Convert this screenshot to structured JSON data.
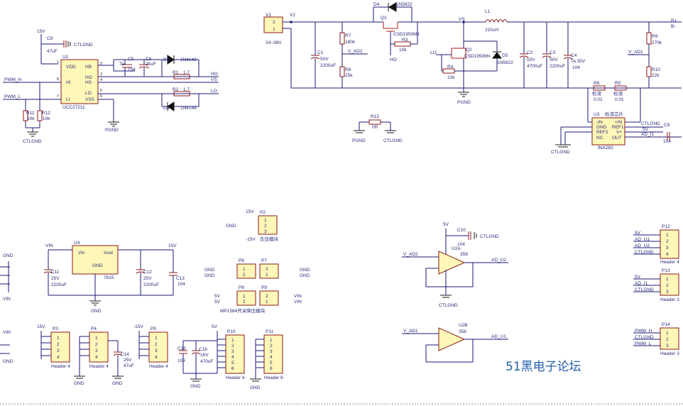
{
  "watermark": "51黑电子论坛",
  "driver": {
    "ref": "U1",
    "part": "UCC27211",
    "pins": {
      "vdd": "VDD",
      "hi": "HI",
      "li": "LI",
      "hb": "HB",
      "ho": "HO",
      "hs": "HS",
      "lo": "LO",
      "vss": "VSS"
    },
    "pin_numbers": [
      "1",
      "8",
      "7",
      "2",
      "3",
      "4",
      "5",
      "6"
    ]
  },
  "labels": {
    "v15_top": "15V",
    "ctlgnd": "CTLGND",
    "pgnd": "PGND",
    "pwm_h": "PWM_H",
    "pwm_l": "PWM_L",
    "ho": "HO",
    "vs": "VS",
    "lo": "LO",
    "v2": "V2",
    "v_in_range": "24~38V",
    "v_ad2": "V_AD2",
    "v_ad1": "V_AD1",
    "bplus": "B+",
    "bminus": "B-",
    "inc_in_minus": "-IN",
    "inc_in_plus": "+IN",
    "inc_gnd": "GND",
    "inc_ref1": "REF1",
    "inc_ref2": "REF2",
    "inc_vplus": "V+",
    "inc_nc": "NC",
    "inc_out": "OUT",
    "sense_chip": "检流芯片",
    "u3": "U3",
    "ina": "INA282",
    "ad_i1": "AD_I1",
    "five_v": "5V",
    "u4": "U4",
    "u4_vin": "Vin",
    "u4_vout": "Vout",
    "u4_gnd": "GND",
    "u4_part": "7815",
    "vin": "VIN",
    "v15": "15V",
    "vneg15": "-15V",
    "gnd": "GND",
    "neg_module": "负压模块",
    "buck_module": "MP1584开关降压模块",
    "u2a": "U2A",
    "u2b": "U2B",
    "op358": "358",
    "ad_u2": "AD_U2",
    "ad_u1": "AD_U1"
  },
  "components": {
    "c8": [
      "C8",
      "47uF"
    ],
    "c5": [
      "C5",
      "Ta",
      "104"
    ],
    "c6": [
      "C6",
      "25uF"
    ],
    "d2": [
      "D2",
      "1N4148"
    ],
    "d3": [
      "D3",
      "1N4148"
    ],
    "r1": [
      "R1",
      "1.7"
    ],
    "r2": [
      "R2",
      "1.7"
    ],
    "r11": [
      "R11",
      "10k"
    ],
    "r12": [
      "R12",
      "10k"
    ],
    "r13": [
      "R13",
      "0R"
    ],
    "c1": [
      "C1",
      "50V",
      "2200uF"
    ],
    "r7": [
      "R7",
      "180k"
    ],
    "r8": [
      "R8",
      "15k"
    ],
    "d4": [
      "D4",
      "1N5822"
    ],
    "q1": [
      "Q1",
      "CSD19506N"
    ],
    "r3": [
      "R3",
      "10k"
    ],
    "q2": [
      "Q2",
      "CSD19506N"
    ],
    "r4": [
      "R4",
      "10k"
    ],
    "d5": [
      "D5",
      "1N5822"
    ],
    "l1": [
      "L1",
      "220uH"
    ],
    "c2": [
      "C2",
      "50V",
      "4700uF"
    ],
    "c3": [
      "C3",
      "50V",
      "2200uF"
    ],
    "c4": [
      "C4",
      "Ta 35V",
      "104"
    ],
    "r9": [
      "R9",
      "270k"
    ],
    "r10": [
      "R10",
      "22k"
    ],
    "r6": [
      "R6",
      "检流",
      "0.01"
    ],
    "r5": [
      "R5",
      "检流",
      "0.01"
    ],
    "c9": [
      "C9",
      "104"
    ],
    "c11": [
      "C11",
      "25V",
      "2200uF"
    ],
    "c12": [
      "C12",
      "25V",
      "2200uF"
    ],
    "c13": [
      "C13",
      "104"
    ],
    "c10": [
      "C10",
      "104"
    ],
    "c14": [
      "C14",
      "25V",
      "47uF"
    ],
    "c15": [
      "C15",
      "103"
    ],
    "c16": [
      "C16",
      "16V",
      "470uF"
    ]
  },
  "connectors": {
    "v2": {
      "ref": "V2",
      "pins": [
        "2",
        "1"
      ]
    },
    "p2": {
      "ref": "P2",
      "pins": [
        "1",
        "2",
        "3"
      ]
    },
    "p6": {
      "ref": "P6",
      "pins": [
        "1",
        "2"
      ]
    },
    "p7": {
      "ref": "P7",
      "pins": [
        "2",
        "1"
      ]
    },
    "p8": {
      "ref": "P8",
      "pins": [
        "1",
        "2"
      ]
    },
    "p9": {
      "ref": "P9",
      "pins": [
        "2",
        "1"
      ]
    },
    "p3": {
      "ref": "P3",
      "pins": [
        "1",
        "2",
        "3",
        "4"
      ],
      "name": "Header 4"
    },
    "p4": {
      "ref": "P4",
      "pins": [
        "1",
        "2",
        "3",
        "4"
      ],
      "name": "Header 4"
    },
    "p5": {
      "ref": "P5",
      "pins": [
        "1",
        "2",
        "3",
        "4"
      ],
      "name": "Header 4"
    },
    "p10": {
      "ref": "P10",
      "pins": [
        "1",
        "2",
        "3",
        "4",
        "5",
        "6"
      ],
      "name": "Header 6"
    },
    "p11": {
      "ref": "P11",
      "pins": [
        "1",
        "2",
        "3",
        "4",
        "5",
        "6"
      ],
      "name": "Header 6"
    },
    "p12": {
      "ref": "P12",
      "pins": [
        "1",
        "2",
        "3",
        "4"
      ],
      "name": "Header 4",
      "nets": [
        "5V",
        "AD_U1",
        "AD_U2",
        "CTLGND"
      ]
    },
    "p13": {
      "ref": "P13",
      "pins": [
        "1",
        "2",
        "3"
      ],
      "name": "Header 3",
      "nets": [
        "5V",
        "AD_I1",
        "CTLGND"
      ]
    },
    "p14": {
      "ref": "P14",
      "pins": [
        "1",
        "2",
        "3"
      ],
      "name": "Header 3",
      "nets": [
        "PWM_H",
        "CTLGND",
        "PWM_L"
      ]
    }
  }
}
